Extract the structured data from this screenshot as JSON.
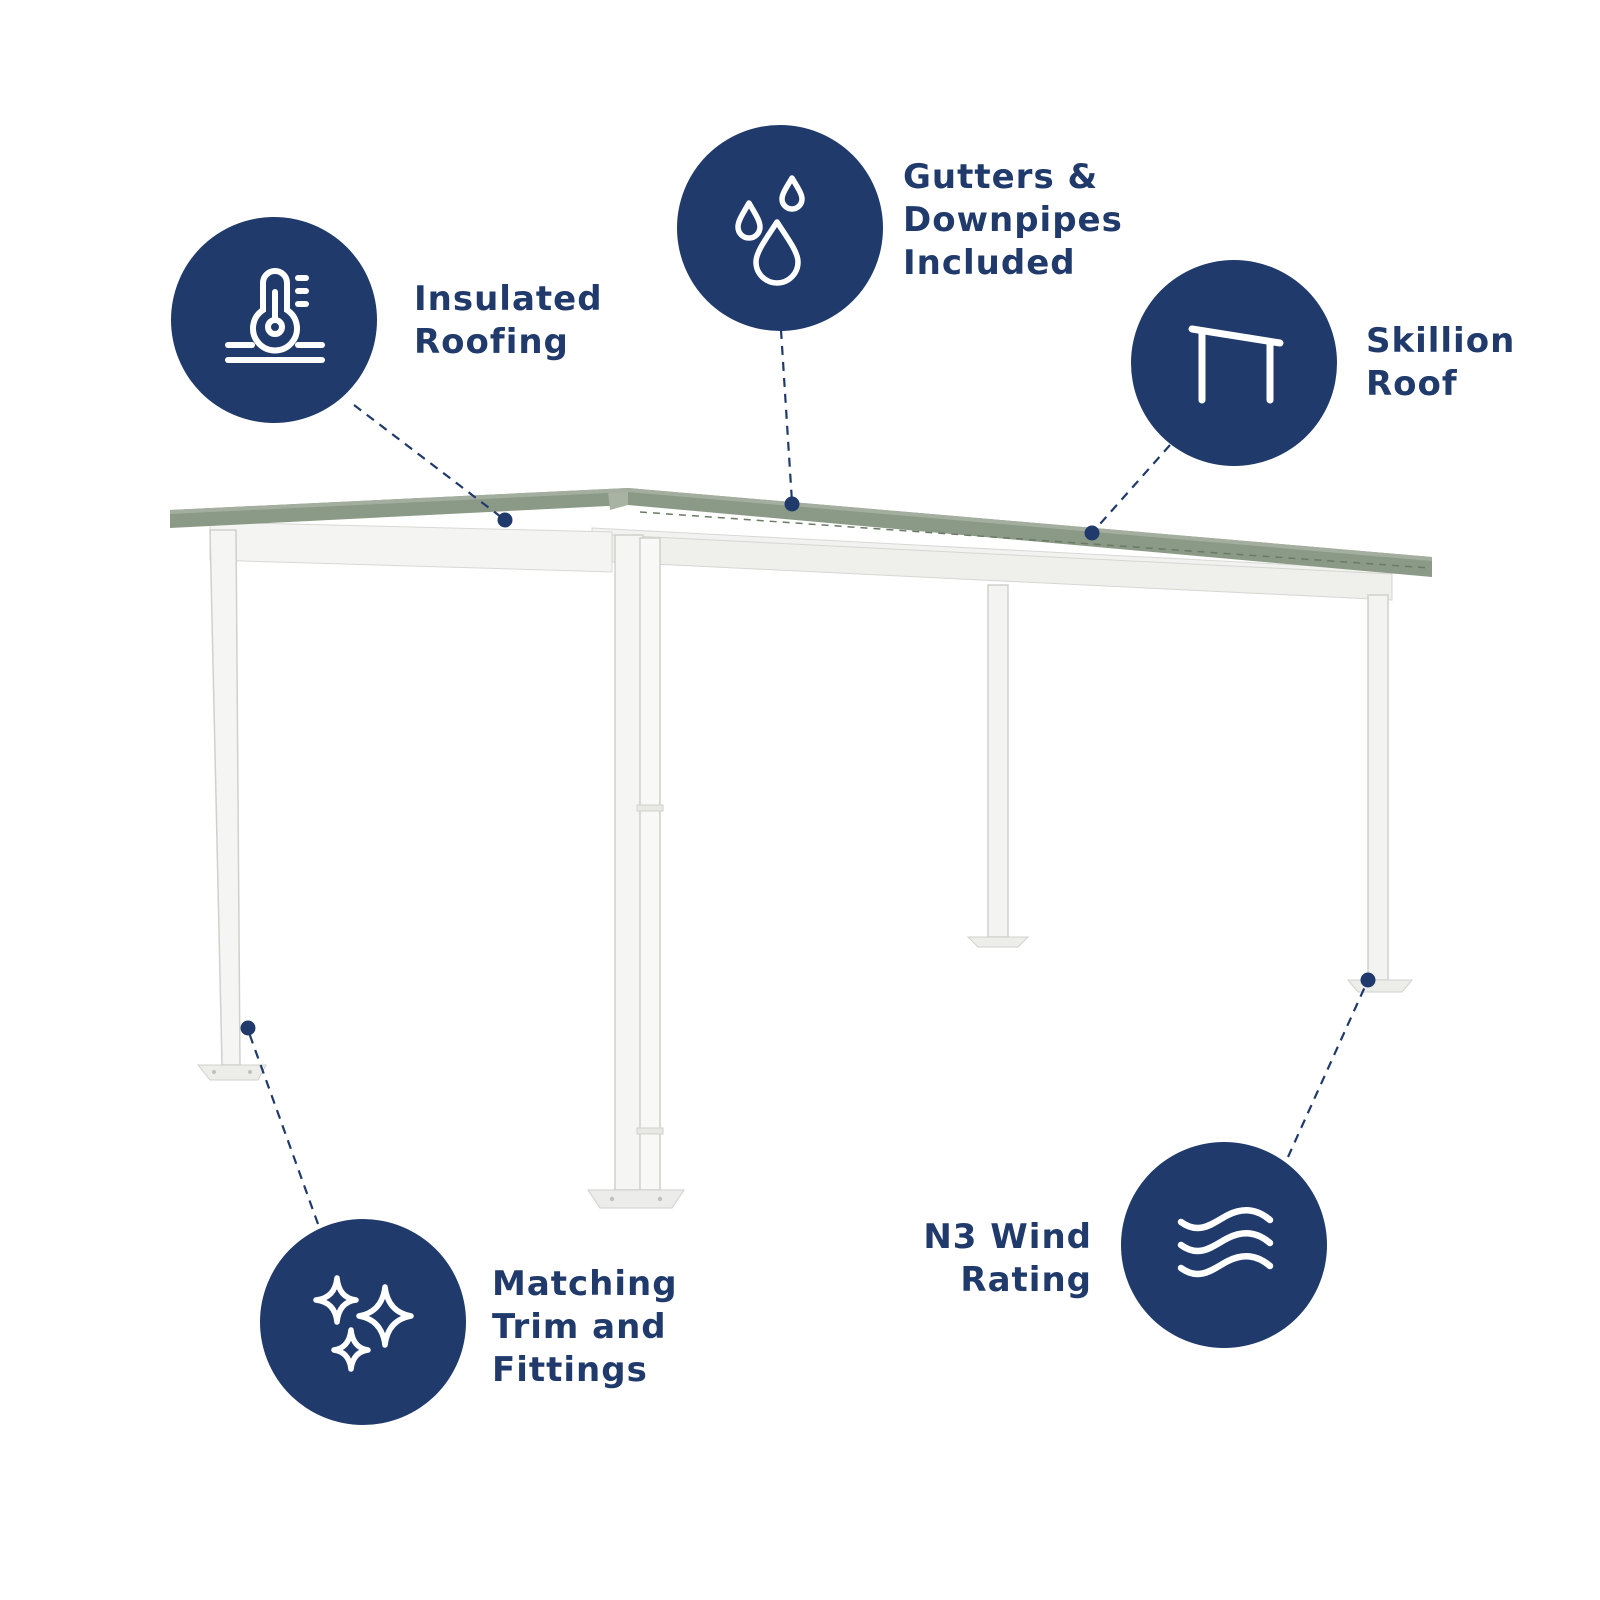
{
  "colors": {
    "badge": "#1f3a6b",
    "roof": "#8b9a86",
    "frame": "#f4f4f2",
    "connector": "#1f3a6b"
  },
  "features": [
    {
      "icon": "thermometer-insulation-icon",
      "lines": [
        "Insulated",
        "Roofing"
      ]
    },
    {
      "icon": "water-drops-icon",
      "lines": [
        "Gutters &",
        "Downpipes",
        "Included"
      ]
    },
    {
      "icon": "skillion-roof-icon",
      "lines": [
        "Skillion",
        "Roof"
      ]
    },
    {
      "icon": "sparkles-icon",
      "lines": [
        "Matching",
        "Trim and",
        "Fittings"
      ]
    },
    {
      "icon": "wind-waves-icon",
      "lines": [
        "N3 Wind",
        "Rating"
      ]
    }
  ]
}
